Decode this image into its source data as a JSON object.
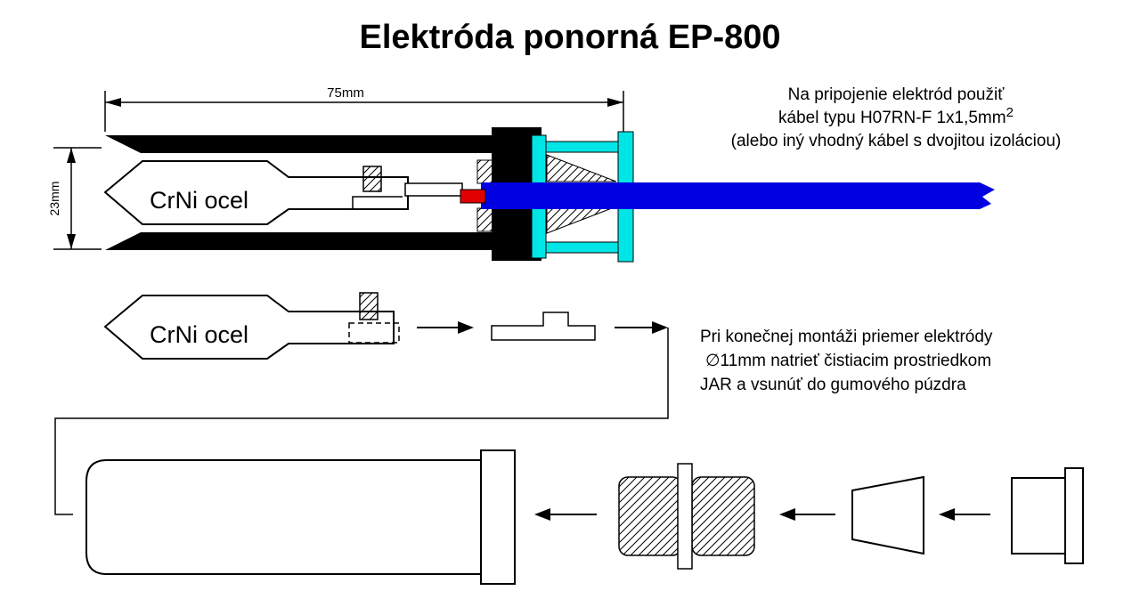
{
  "title": "Elektróda ponorná  EP-800",
  "dimensions": {
    "length_label": "75mm",
    "diameter_label": "23mm"
  },
  "electrode_top": {
    "material_label": "CrNi ocel"
  },
  "electrode_middle": {
    "material_label": "CrNi ocel"
  },
  "cable_note": {
    "line1": "Na pripojenie elektród použiť",
    "line2_main": "kábel typu H07RN-F 1x1,5mm",
    "line2_sup": "2",
    "line3": "(alebo iný vhodný kábel s dvojitou izoláciou)"
  },
  "assembly_note": {
    "line1": "Pri konečnej montáži priemer elektródy",
    "line2": "∅11mm natrieť čistiacim prostriedkom",
    "line3": "JAR a vsunúť do gumového púzdra"
  },
  "colors": {
    "cable_blue": "#0000e0",
    "clamp_cyan": "#00e5e5",
    "contact_red": "#e00000",
    "outline_black": "#000000",
    "background": "#ffffff"
  }
}
